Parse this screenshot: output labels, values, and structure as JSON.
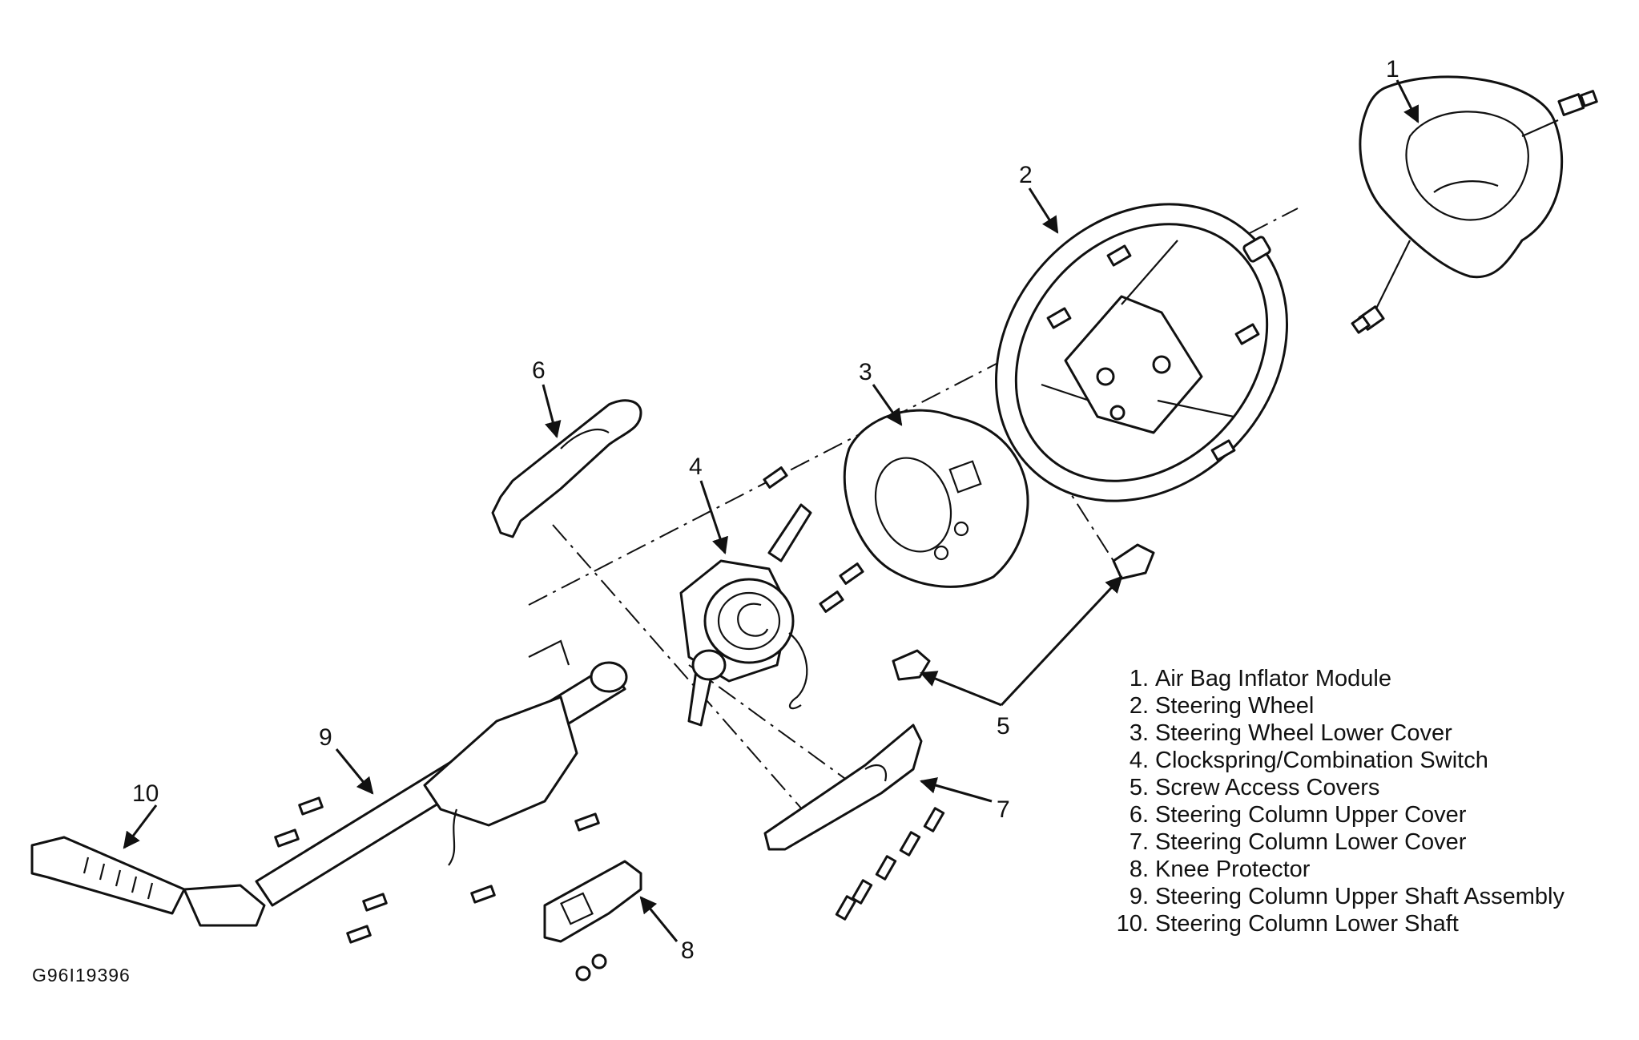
{
  "callouts": [
    {
      "id": "1",
      "text": "1"
    },
    {
      "id": "2",
      "text": "2"
    },
    {
      "id": "3",
      "text": "3"
    },
    {
      "id": "4",
      "text": "4"
    },
    {
      "id": "5",
      "text": "5"
    },
    {
      "id": "6",
      "text": "6"
    },
    {
      "id": "7",
      "text": "7"
    },
    {
      "id": "8",
      "text": "8"
    },
    {
      "id": "9",
      "text": "9"
    },
    {
      "id": "10",
      "text": "10"
    }
  ],
  "legend": [
    {
      "num": "1.",
      "label": "Air Bag Inflator Module"
    },
    {
      "num": "2.",
      "label": "Steering Wheel"
    },
    {
      "num": "3.",
      "label": "Steering Wheel Lower Cover"
    },
    {
      "num": "4.",
      "label": "Clockspring/Combination Switch"
    },
    {
      "num": "5.",
      "label": "Screw Access Covers"
    },
    {
      "num": "6.",
      "label": "Steering Column Upper Cover"
    },
    {
      "num": "7.",
      "label": "Steering Column Lower Cover"
    },
    {
      "num": "8.",
      "label": "Knee Protector"
    },
    {
      "num": "9.",
      "label": "Steering Column Upper Shaft Assembly"
    },
    {
      "num": "10.",
      "label": "Steering Column Lower Shaft"
    }
  ],
  "figure_code": "G96I19396"
}
